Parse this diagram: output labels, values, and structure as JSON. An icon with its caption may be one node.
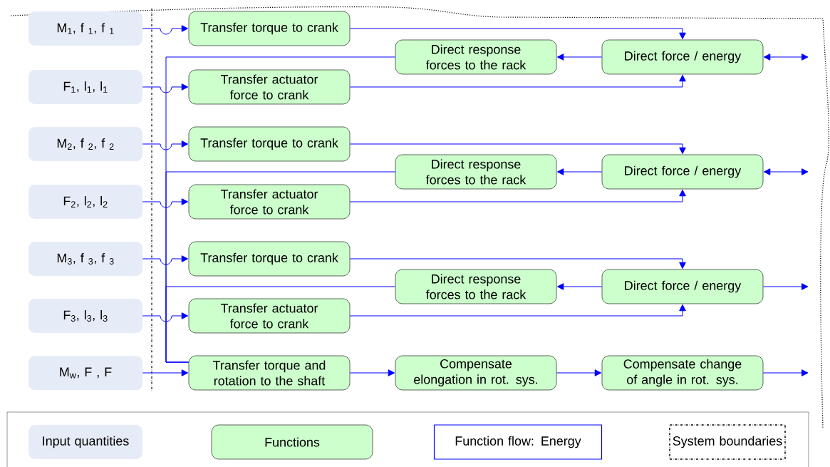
{
  "diagram": {
    "nodes": [
      {
        "text": [
          "M$_{1}$, f $_{1}$, f $_{1}$"
        ]
      },
      {
        "text": [
          "Transfer torque to crank"
        ]
      },
      {
        "text": [
          "Direct response forces to the rack"
        ]
      },
      {
        "text": [
          "Direct force / energy"
        ]
      },
      {
        "text": [
          "F$_{1}$, l$_{1}$, l$_{1}$"
        ]
      },
      {
        "text": [
          "Transfer actuator force to crank"
        ]
      },
      {
        "text": [
          "M$_{2}$, f $_{2}$, f $_{2}$"
        ]
      },
      {
        "text": [
          "Transfer torque to crank"
        ]
      },
      {
        "text": [
          "Direct response forces to the rack"
        ]
      },
      {
        "text": [
          "Direct force / energy"
        ]
      },
      {
        "text": [
          "F$_{2}$, l$_{2}$, l$_{2}$"
        ]
      },
      {
        "text": [
          "Transfer actuator force to crank"
        ]
      },
      {
        "text": [
          "M$_{3}$, f $_{3}$, f $_{3}$"
        ]
      },
      {
        "text": [
          "Transfer torque to crank"
        ]
      },
      {
        "text": [
          "Direct response forces to the rack"
        ]
      },
      {
        "text": [
          "Direct force / energy"
        ]
      },
      {
        "text": [
          "F$_{3}$, l$_{3}$, l$_{3}$"
        ]
      },
      {
        "text": [
          "Transfer actuator force to crank"
        ]
      },
      {
        "text": [
          "M$_{w}$, F , F"
        ]
      },
      {
        "text": [
          "Transfer torque and rotation to the shaft"
        ]
      },
      {
        "text": [
          "Compensate elongation in rot. sys."
        ]
      },
      {
        "text": [
          "Compensate change of angle in rot. sys."
        ]
      }
    ],
    "edges": [
      {
        "from": 0,
        "to": 1,
        "arrow": "to"
      },
      {
        "from": 4,
        "to": 5,
        "arrow": "to"
      },
      {
        "from": 1,
        "to": 3,
        "arrow": "to"
      },
      {
        "from": 5,
        "to": 3,
        "arrow": "to"
      },
      {
        "from": 3,
        "to": 2,
        "arrow": "to"
      },
      {
        "from": 2,
        "to": 19,
        "arrow": "none"
      },
      {
        "from": 3,
        "to": null,
        "arrow": "both"
      },
      {
        "from": 6,
        "to": 7,
        "arrow": "to"
      },
      {
        "from": 10,
        "to": 11,
        "arrow": "to"
      },
      {
        "from": 7,
        "to": 9,
        "arrow": "to"
      },
      {
        "from": 11,
        "to": 9,
        "arrow": "to"
      },
      {
        "from": 9,
        "to": 8,
        "arrow": "to"
      },
      {
        "from": 8,
        "to": 19,
        "arrow": "none"
      },
      {
        "from": 9,
        "to": null,
        "arrow": "both"
      },
      {
        "from": 12,
        "to": 13,
        "arrow": "to"
      },
      {
        "from": 16,
        "to": 17,
        "arrow": "to"
      },
      {
        "from": 13,
        "to": 15,
        "arrow": "to"
      },
      {
        "from": 17,
        "to": 15,
        "arrow": "to"
      },
      {
        "from": 15,
        "to": 14,
        "arrow": "to"
      },
      {
        "from": 14,
        "to": 19,
        "arrow": "none"
      },
      {
        "from": 15,
        "to": null,
        "arrow": "to"
      },
      {
        "from": 18,
        "to": 19,
        "arrow": "to"
      },
      {
        "from": 19,
        "to": 20,
        "arrow": "to"
      },
      {
        "from": 20,
        "to": 21,
        "arrow": "to"
      },
      {
        "from": 21,
        "to": null,
        "arrow": "to"
      }
    ],
    "legend": [
      {
        "text": "Input quantities",
        "color": "#e6ecf7"
      },
      {
        "text": "Functions",
        "color": "#ccffcc"
      },
      {
        "text": "Function flow: Energy"
      },
      {
        "text": "System boundaries"
      }
    ]
  }
}
